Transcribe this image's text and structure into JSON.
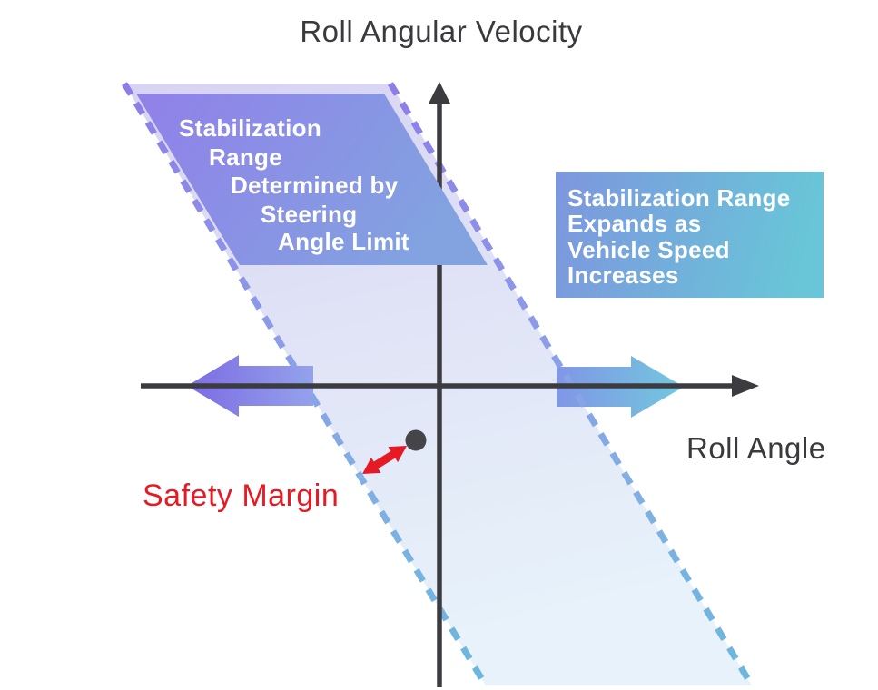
{
  "diagram": {
    "title": "Roll Angular Velocity",
    "x_axis_label": "Roll Angle",
    "safety_margin_label": "Safety Margin",
    "steering_limit_label": {
      "lines": [
        "Stabilization",
        "Range",
        "Determined by",
        "Steering",
        "Angle Limit"
      ]
    },
    "speed_expand_label": {
      "lines": [
        "Stabilization Range",
        "Expands as",
        "Vehicle Speed",
        "Increases"
      ]
    },
    "colors": {
      "axis": "#3c3c40",
      "text_dark": "#3a3a3e",
      "label_white": "#ffffff",
      "band_top": "#d7d3f2",
      "band_mid": "#e0e3f6",
      "band_bottom": "#e7f2fa",
      "dash_top": "#8d7ce6",
      "dash_mid1": "#8c9ce9",
      "dash_mid2": "#80b0e3",
      "dash_bottom": "#6bb7dd",
      "purple_left": "#9180e9",
      "purple_right": "#82a2e0",
      "box_left": "#7d96de",
      "box_right": "#68c6d8",
      "left_arrow_start": "#7c6be2",
      "left_arrow_end": "#94a2ec",
      "right_arrow_start": "#8096e6",
      "right_arrow_end": "#72c8de",
      "safety_red": "#e51a24",
      "dot": "#454549"
    }
  }
}
